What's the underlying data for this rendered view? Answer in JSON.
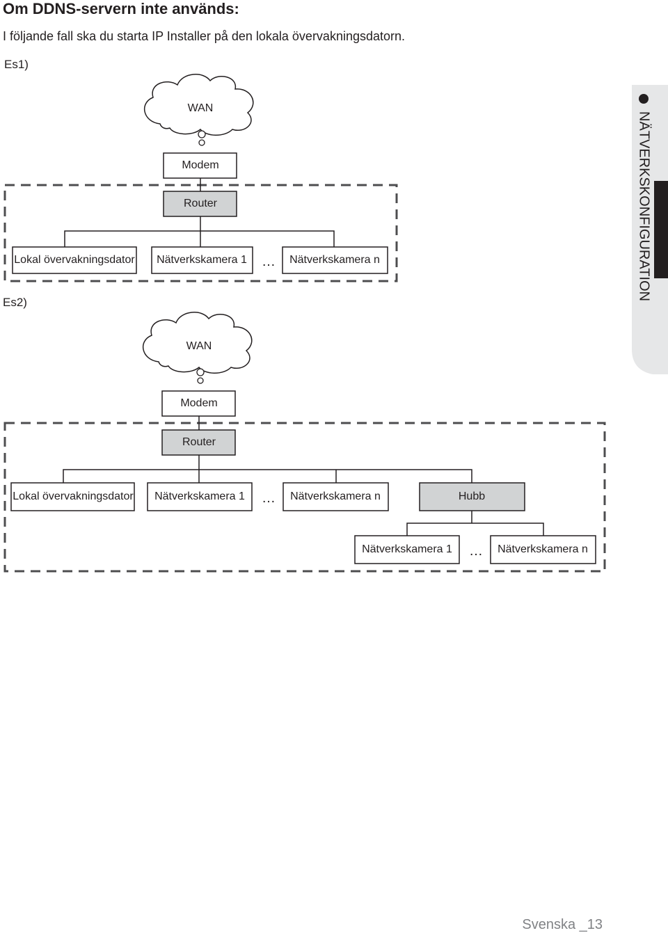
{
  "page": {
    "heading": "Om DDNS-servern inte används:",
    "intro": "I följande fall ska du starta IP Installer på den lokala övervakningsdatorn.",
    "footer": "Svenska _13"
  },
  "side_tab": {
    "label": "NÄTVERKSKONFIGURATION"
  },
  "diagram_es1": {
    "label": "Es1)",
    "wan": "WAN",
    "modem": "Modem",
    "router": "Router",
    "pc": "Lokal övervakningsdator",
    "cam1": "Nätverkskamera 1",
    "ellipsis": "…",
    "camn": "Nätverkskamera n"
  },
  "diagram_es2": {
    "label": "Es2)",
    "wan": "WAN",
    "modem": "Modem",
    "router": "Router",
    "pc": "Lokal övervakningsdator",
    "cam1": "Nätverkskamera 1",
    "ellipsis": "…",
    "camn": "Nätverkskamera n",
    "hub": "Hubb",
    "hub_cam1": "Nätverkskamera 1",
    "hub_ellipsis": "…",
    "hub_camn": "Nätverkskamera n"
  },
  "colors": {
    "router_fill": "#d1d3d4",
    "tab_fill": "#e6e7e8",
    "tab_dark": "#231f20",
    "line": "#231f20",
    "dashed": "#4d4d4f"
  }
}
